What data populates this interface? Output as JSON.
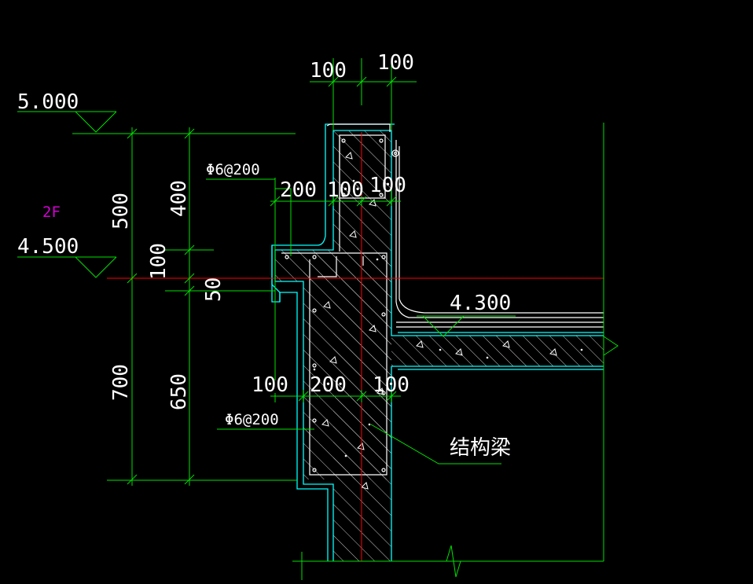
{
  "levels": {
    "top": "5.000",
    "mid": "4.500",
    "floor": "4.300"
  },
  "floor_label": "2F",
  "dims": {
    "top_left": "100",
    "top_right": "100",
    "left_500": "500",
    "left_400": "400",
    "left_100": "100",
    "left_50": "50",
    "left_700": "700",
    "left_650": "650",
    "mid_200": "200",
    "mid_100a": "100",
    "mid_100b": "100",
    "bot_100a": "100",
    "bot_200": "200",
    "bot_100b": "100"
  },
  "rebar": {
    "upper": "Φ6@200",
    "lower": "Φ6@200"
  },
  "beam_label": "结构梁",
  "colors": {
    "background": "#000000",
    "dim_green": "#00e000",
    "outline_cyan": "#00ffff",
    "axis_red": "#ff0000",
    "text_white": "#ffffff",
    "label_magenta": "#d400d4"
  }
}
